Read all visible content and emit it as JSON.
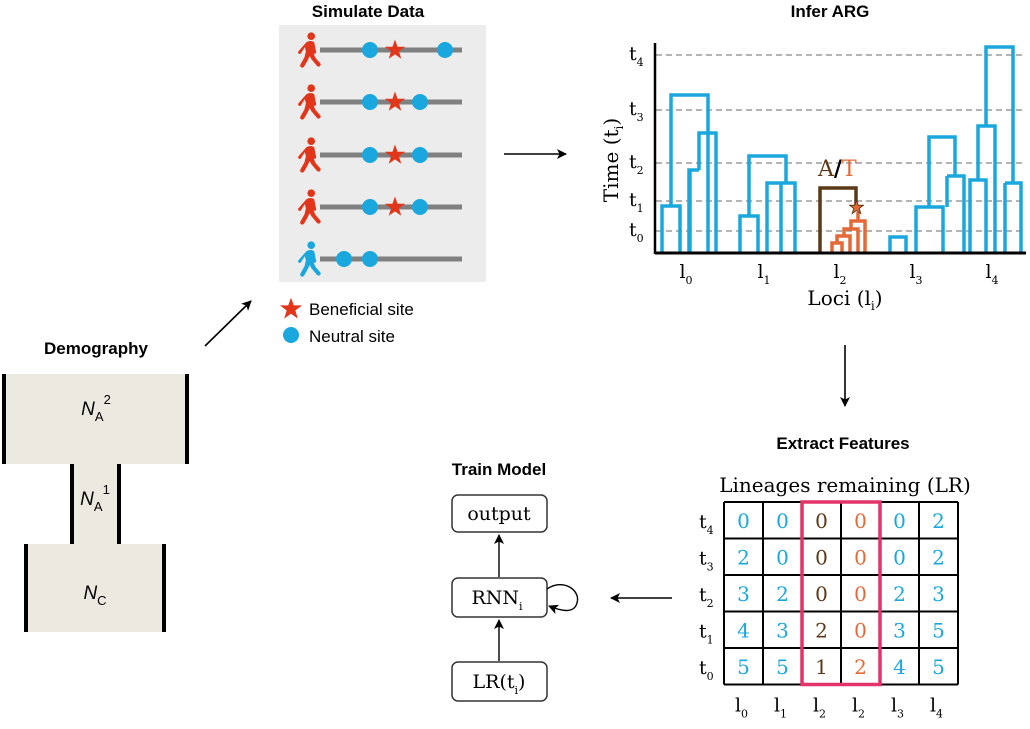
{
  "colors": {
    "blue": "#1aa7dd",
    "red": "#e2361b",
    "orange": "#e36a36",
    "brown": "#5b3817",
    "pink": "#e2336a",
    "panel_bg": "#eceae0",
    "sim_bg": "#ececec",
    "gray_line": "#808080"
  },
  "icons": {
    "walker": "walking-person-icon",
    "beneficial": "red-star-icon",
    "neutral": "blue-circle-icon"
  },
  "demography": {
    "title": "Demography",
    "ancestral2": {
      "main": "N",
      "sub": "A",
      "sup": "2"
    },
    "ancestral1": {
      "main": "N",
      "sub": "A",
      "sup": "1"
    },
    "current": {
      "main": "N",
      "sub": "C"
    }
  },
  "simulate": {
    "title": "Simulate Data",
    "legend_beneficial": "Beneficial site",
    "legend_neutral": "Neutral site"
  },
  "infer": {
    "title": "Infer ARG",
    "ylabel": {
      "main": "Time (t",
      "sub": "i",
      "close": ")"
    },
    "xlabel": {
      "main": "Loci (l",
      "sub": "i",
      "close": ")"
    },
    "time_ticks": [
      {
        "main": "t",
        "sub": "4"
      },
      {
        "main": "t",
        "sub": "3"
      },
      {
        "main": "t",
        "sub": "2"
      },
      {
        "main": "t",
        "sub": "1"
      },
      {
        "main": "t",
        "sub": "0"
      }
    ],
    "loci": [
      {
        "main": "l",
        "sub": "0"
      },
      {
        "main": "l",
        "sub": "1"
      },
      {
        "main": "l",
        "sub": "2"
      },
      {
        "main": "l",
        "sub": "3"
      },
      {
        "main": "l",
        "sub": "4"
      }
    ],
    "allele_a": "A",
    "allele_sep": "/",
    "allele_t": "T"
  },
  "extract": {
    "title": "Extract Features",
    "subtitle": "Lineages remaining (LR)",
    "rows": [
      {
        "label": {
          "main": "t",
          "sub": "4"
        },
        "values": [
          "0",
          "0",
          "0",
          "0",
          "0",
          "2"
        ]
      },
      {
        "label": {
          "main": "t",
          "sub": "3"
        },
        "values": [
          "2",
          "0",
          "0",
          "0",
          "0",
          "2"
        ]
      },
      {
        "label": {
          "main": "t",
          "sub": "2"
        },
        "values": [
          "3",
          "2",
          "0",
          "0",
          "2",
          "3"
        ]
      },
      {
        "label": {
          "main": "t",
          "sub": "1"
        },
        "values": [
          "4",
          "3",
          "2",
          "0",
          "3",
          "5"
        ]
      },
      {
        "label": {
          "main": "t",
          "sub": "0"
        },
        "values": [
          "5",
          "5",
          "1",
          "2",
          "4",
          "5"
        ]
      }
    ],
    "columns": [
      {
        "main": "l",
        "sub": "0"
      },
      {
        "main": "l",
        "sub": "1"
      },
      {
        "main": "l",
        "sub": "2"
      },
      {
        "main": "l",
        "sub": "2"
      },
      {
        "main": "l",
        "sub": "3"
      },
      {
        "main": "l",
        "sub": "4"
      }
    ]
  },
  "train": {
    "title": "Train Model",
    "output": "output",
    "rnn": {
      "main": "RNN",
      "sub": "i"
    },
    "lr": {
      "main": "LR(t",
      "sub": "i",
      "close": ")"
    }
  }
}
